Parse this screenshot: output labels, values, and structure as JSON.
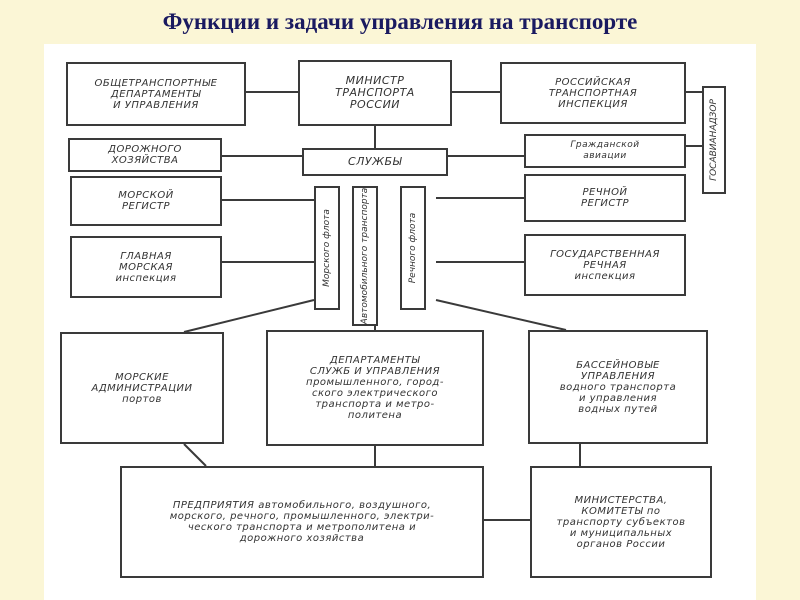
{
  "title": "Функции и задачи управления на транспорте",
  "diagram": {
    "nodes": {
      "general_depts": "ОБЩЕТРАНСПОРТНЫЕ\nДЕПАРТАМЕНТЫ\nИ УПРАВЛЕНИЯ",
      "ministry": "МИНИСТР\nТРАНСПОРТА\nРОССИИ",
      "inspection": "РОССИЙСКАЯ\nТРАНСПОРТНАЯ\nИНСПЕКЦИЯ",
      "gosavianadzor": "ГОСАВИАНАДЗОР",
      "road": "ДОРОЖНОГО\nХОЗЯЙСТВА",
      "services": "СЛУЖБЫ",
      "civil_aviation": "Гражданской\nавиации",
      "sea_register": "МОРСКОЙ\nРЕГИСТР",
      "river_register": "РЕЧНОЙ\nРЕГИСТР",
      "sea_fleet": "Морского флота",
      "auto_transport": "Автомобильного транспорта",
      "river_fleet": "Речного флота",
      "main_sea_inspection": "ГЛАВНАЯ\nМОРСКАЯ\nинспекция",
      "state_river_inspection": "ГОСУДАРСТВЕННАЯ\nРЕЧНАЯ\nинспекция",
      "sea_admins": "МОРСКИЕ\nАДМИНИСТРАЦИИ\nпортов",
      "service_depts": "ДЕПАРТАМЕНТЫ\nСЛУЖБ И УПРАВЛЕНИЯ\nпромышленного, город-\nского электрического\nтранспорта и метро-\nполитена",
      "basin_admins": "БАССЕЙНОВЫЕ\nУПРАВЛЕНИЯ\nводного транспорта\nи управления\nводных путей",
      "enterprises": "ПРЕДПРИЯТИЯ автомобильного, воздушного,\nморского, речного, промышленного, электри-\nческого транспорта и метрополитена и\nдорожного хозяйства",
      "ministries_subjects": "МИНИСТЕРСТВА,\nКОМИТЕТЫ по\nтранспорту субъектов\nи муниципальных\nорганов России"
    }
  },
  "colors": {
    "background": "#fbf6d6",
    "title": "#1a1a60",
    "line": "#3a3a3a"
  }
}
